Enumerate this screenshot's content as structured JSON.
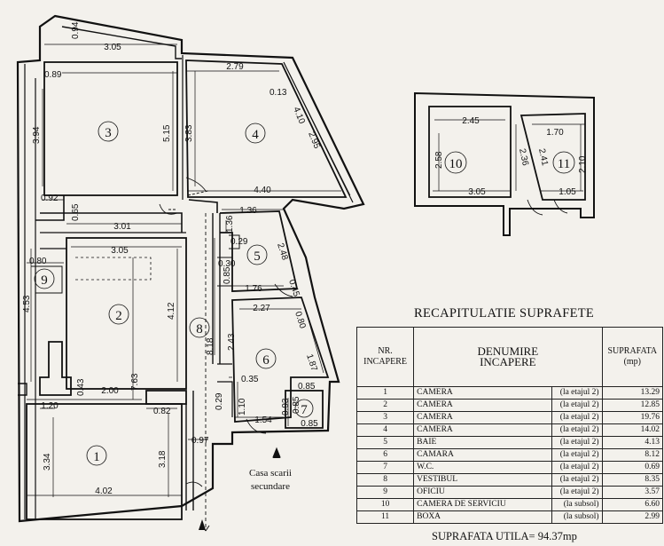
{
  "rooms": {
    "r1": "1",
    "r2": "2",
    "r3": "3",
    "r4": "4",
    "r5": "5",
    "r6": "6",
    "r7": "7",
    "r8": "8",
    "r9": "9",
    "r10": "10",
    "r11": "11"
  },
  "dimensions": {
    "d0_94": "0.94",
    "d3_05a": "3.05",
    "d0_89": "0.89",
    "d3_94": "3.94",
    "d5_15": "5.15",
    "d0_92": "0.92",
    "d0_65": "0.65",
    "d3_01": "3.01",
    "d2_79": "2.79",
    "d0_13": "0.13",
    "d3_83": "3.83",
    "d4_10": "4.10",
    "d2_95": "2.95",
    "d4_40": "4.40",
    "d3_05b": "3.05",
    "d0_80a": "0.80",
    "d4_53": "4.53",
    "d4_12": "4.12",
    "d7_63": "7.63",
    "d0_43": "0.43",
    "d2_00": "2.00",
    "d1_20": "1.20",
    "d0_82": "0.82",
    "d3_34": "3.34",
    "d3_18": "3.18",
    "d4_02": "4.02",
    "d0_97": "0.97",
    "d1_36a": "1.36",
    "d1_36b": "1.36",
    "d0_29a": "0.29",
    "d0_30": "0.30",
    "d2_48": "2.48",
    "d0_85a": "0.85",
    "d1_76": "1.76",
    "d0_45": "0.45",
    "d2_27": "2.27",
    "d0_80b": "0.80",
    "d8_18": "8.18",
    "d2_43": "2.43",
    "d1_87": "1.87",
    "d0_35": "0.35",
    "d0_85b": "0.85",
    "d0_29b": "0.29",
    "d1_10": "1.10",
    "d0_93": "0.93",
    "d0_85c": "0.85",
    "d1_54": "1.54",
    "d0_85d": "0.85",
    "d2_45": "2.45",
    "d1_70": "1.70",
    "d2_58": "2.58",
    "d2_36": "2.36",
    "d2_41": "2.41",
    "d2_10": "2.10",
    "d3_05c": "3.05",
    "d1_05": "1.05"
  },
  "stair_label": "Casa scarii\nsecundare",
  "recap": {
    "title": "RECAPITULATIE SUPRAFETE",
    "header_nr": "NR.\nINCAPERE",
    "header_name": "DENUMIRE\nINCAPERE",
    "header_area": "SUPRAFATA\n(mp)",
    "rows": [
      {
        "nr": "1",
        "name": "CAMERA",
        "floor": "(la etajul 2)",
        "area": "13.29"
      },
      {
        "nr": "2",
        "name": "CAMERA",
        "floor": "(la etajul 2)",
        "area": "12.85"
      },
      {
        "nr": "3",
        "name": "CAMERA",
        "floor": "(la etajul 2)",
        "area": "19.76"
      },
      {
        "nr": "4",
        "name": "CAMERA",
        "floor": "(la etajul 2)",
        "area": "14.02"
      },
      {
        "nr": "5",
        "name": "BAIE",
        "floor": "(la etajul 2)",
        "area": "4.13"
      },
      {
        "nr": "6",
        "name": "CAMARA",
        "floor": "(la etajul 2)",
        "area": "8.12"
      },
      {
        "nr": "7",
        "name": "W.C.",
        "floor": "(la etajul 2)",
        "area": "0.69"
      },
      {
        "nr": "8",
        "name": "VESTIBUL",
        "floor": "(la etajul 2)",
        "area": "8.35"
      },
      {
        "nr": "9",
        "name": "OFICIU",
        "floor": "(la etajul 2)",
        "area": "3.57"
      },
      {
        "nr": "10",
        "name": "CAMERA DE SERVICIU",
        "floor": "(la subsol)",
        "area": "6.60"
      },
      {
        "nr": "11",
        "name": "BOXA",
        "floor": "(la subsol)",
        "area": "2.99"
      }
    ],
    "total": "SUPRAFATA UTILA= 94.37mp"
  }
}
